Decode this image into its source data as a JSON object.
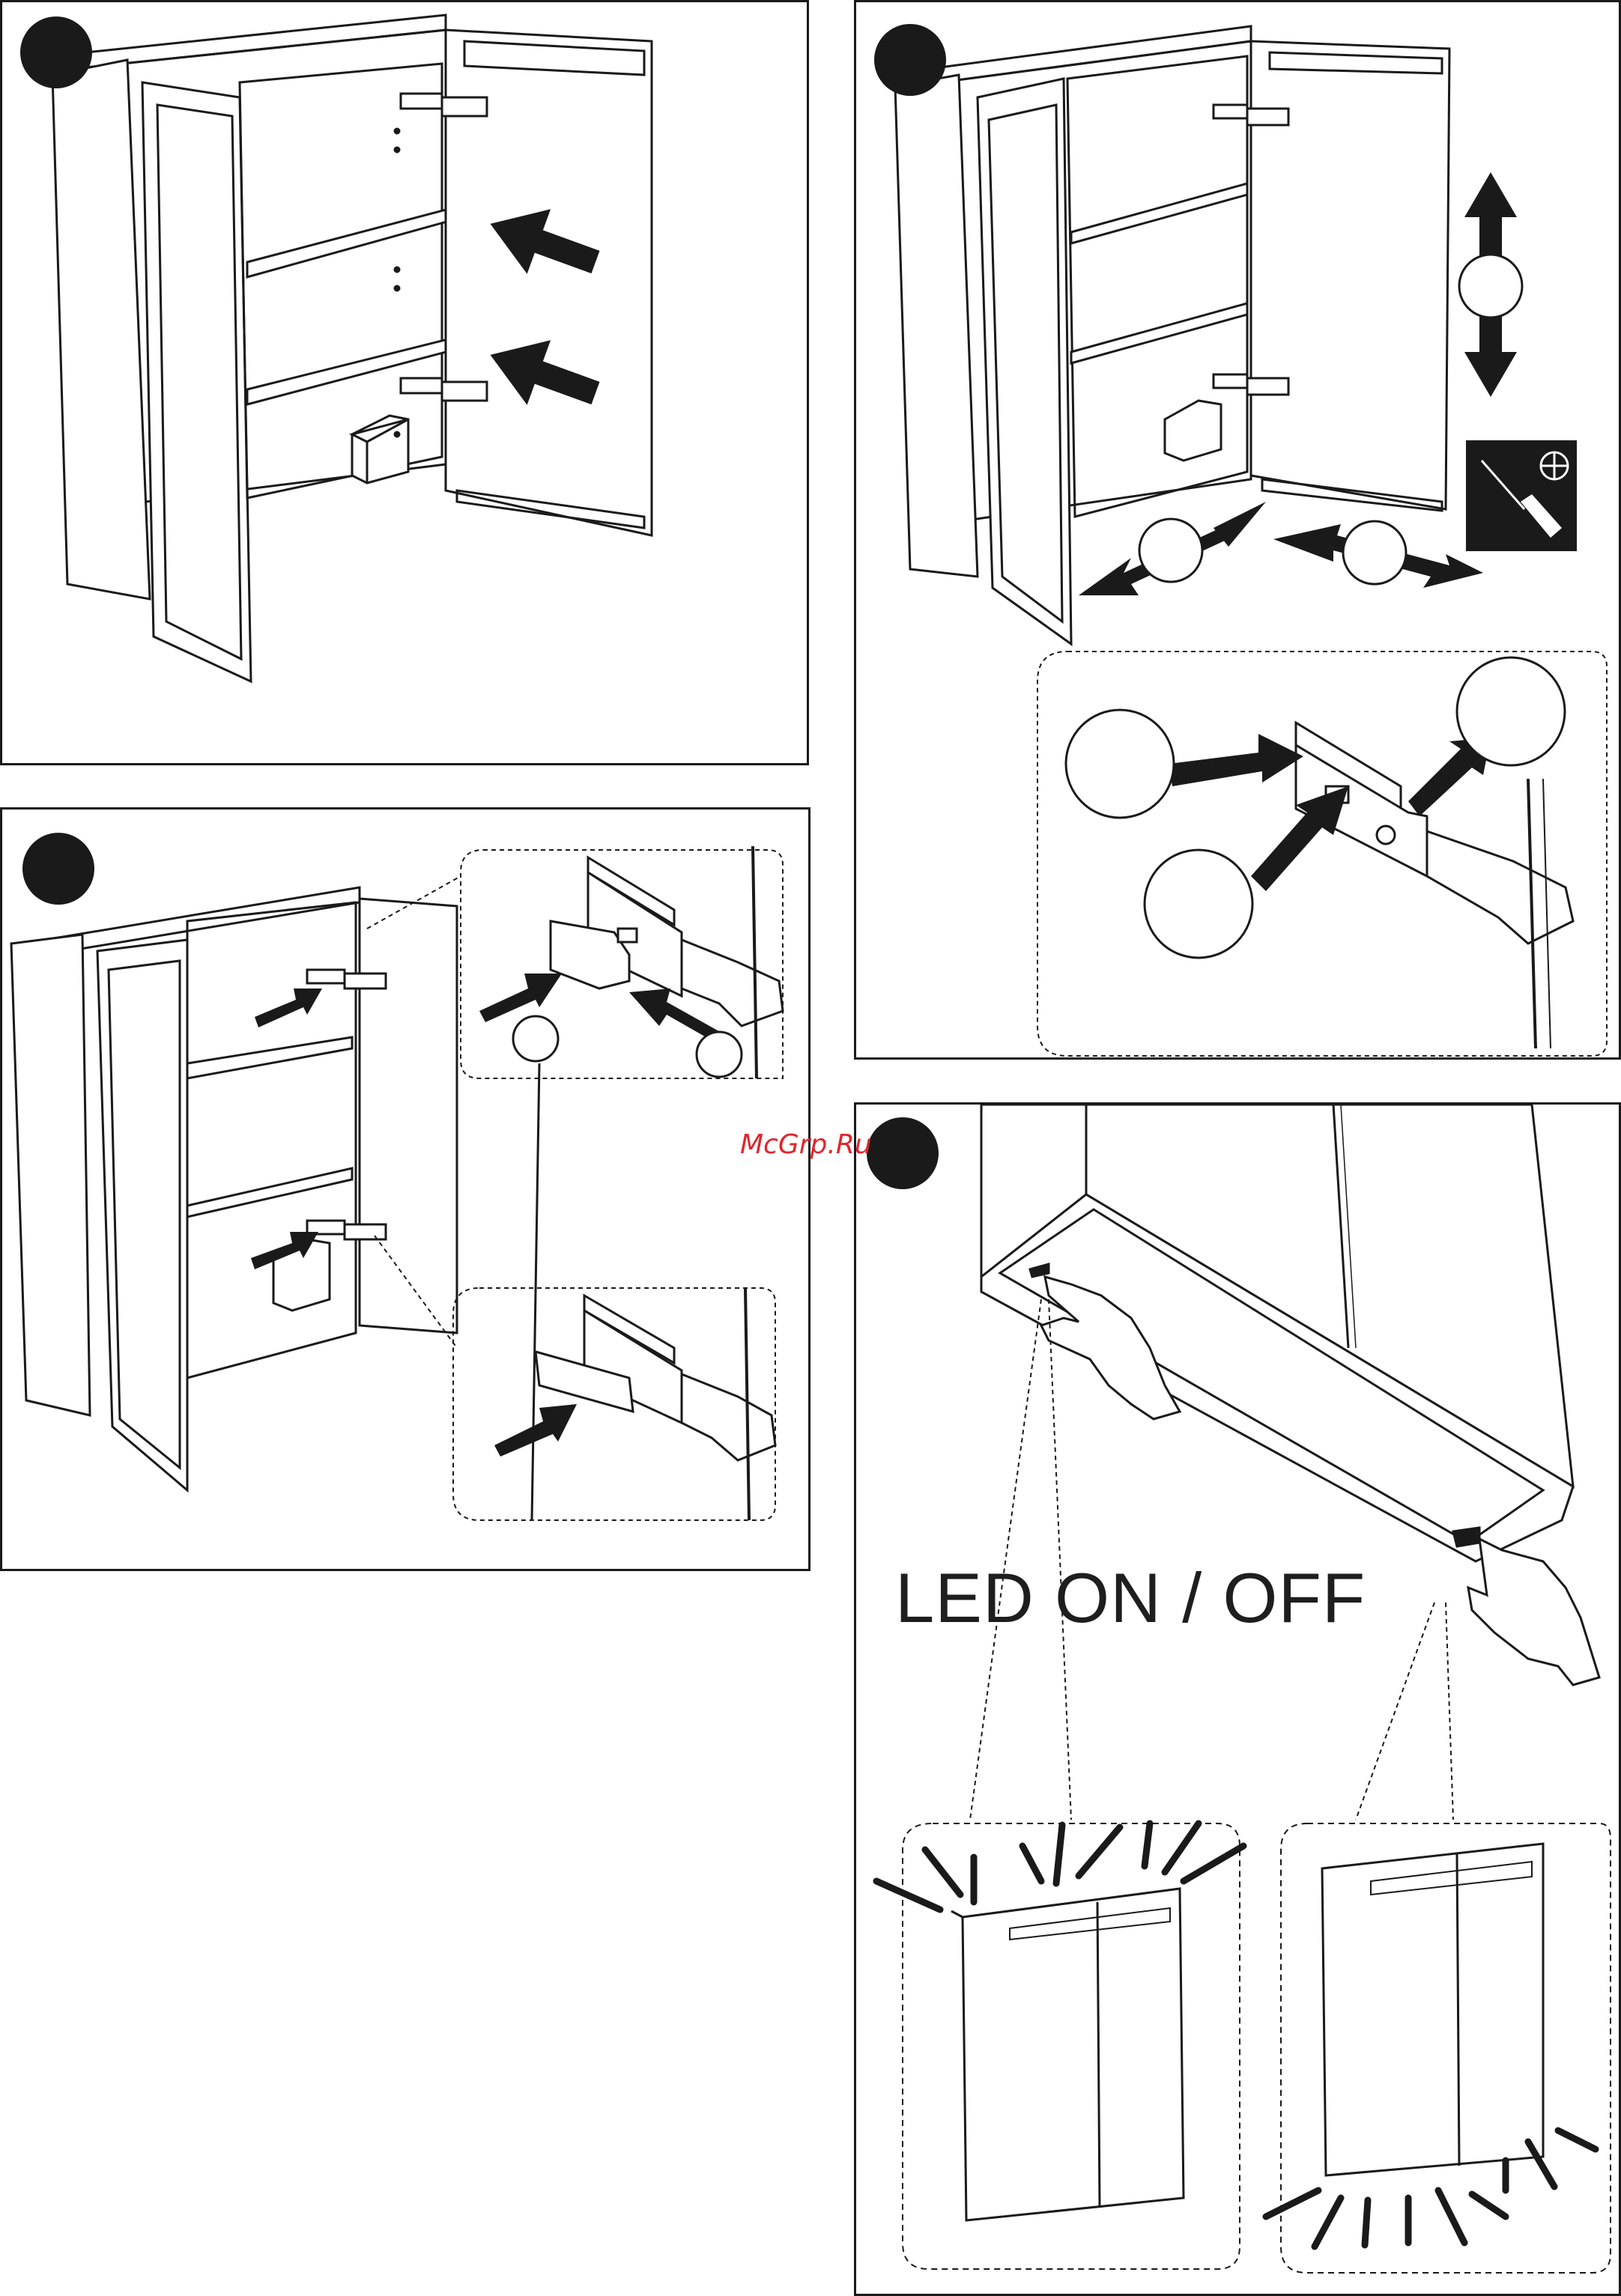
{
  "labels": {
    "led_toggle": "LED ON / OFF"
  },
  "watermark": {
    "text": "McGrp.Ru",
    "color": "#e0262e"
  },
  "steps": [
    {
      "id": "step-1",
      "icon": "filled-circle-marker"
    },
    {
      "id": "step-2",
      "icon": "filled-circle-marker"
    },
    {
      "id": "step-3",
      "icon": "filled-circle-marker"
    },
    {
      "id": "step-4",
      "icon": "filled-circle-marker"
    }
  ],
  "tools": [
    {
      "icon": "phillips-screwdriver-icon"
    }
  ],
  "colors": {
    "ink": "#1a1a1a",
    "paper": "#ffffff",
    "accent": "#e0262e"
  }
}
